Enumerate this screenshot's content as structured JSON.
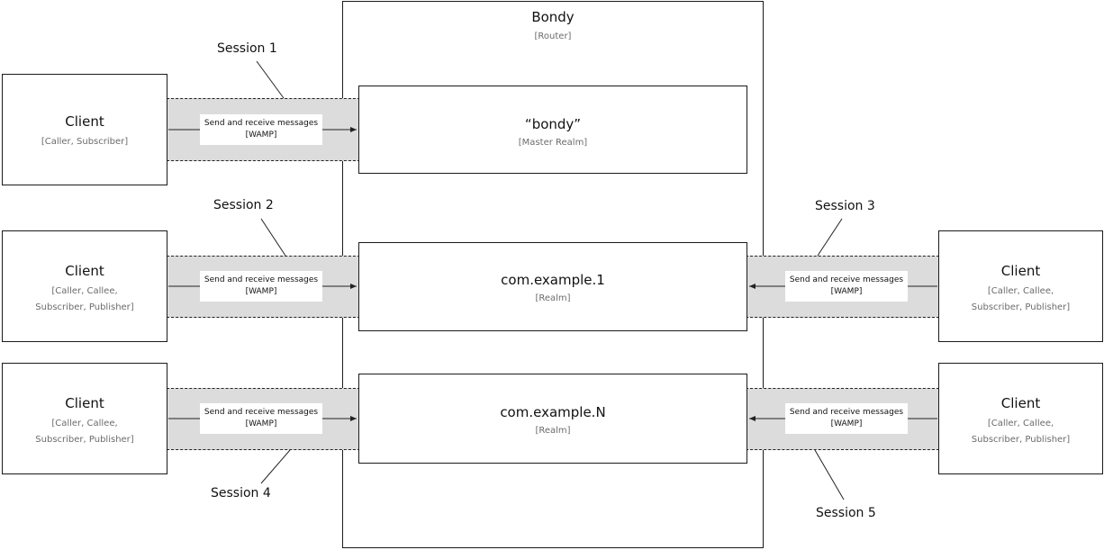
{
  "router": {
    "title": "Bondy",
    "subtitle": "[Router]"
  },
  "realms": [
    {
      "title": "“bondy”",
      "subtitle": "[Master Realm]"
    },
    {
      "title": "com.example.1",
      "subtitle": "[Realm]"
    },
    {
      "title": "com.example.N",
      "subtitle": "[Realm]"
    }
  ],
  "clients": [
    {
      "title": "Client",
      "roles": [
        "[Caller, Subscriber]"
      ]
    },
    {
      "title": "Client",
      "roles": [
        "[Caller, Callee,",
        "Subscriber, Publisher]"
      ]
    },
    {
      "title": "Client",
      "roles": [
        "[Caller, Callee,",
        "Subscriber, Publisher]"
      ]
    },
    {
      "title": "Client",
      "roles": [
        "[Caller, Callee,",
        "Subscriber, Publisher]"
      ]
    },
    {
      "title": "Client",
      "roles": [
        "[Caller, Callee,",
        "Subscriber, Publisher]"
      ]
    }
  ],
  "message": {
    "line1": "Send and receive messages",
    "line2": "[WAMP]"
  },
  "sessions": [
    "Session 1",
    "Session 2",
    "Session 3",
    "Session 4",
    "Session 5"
  ]
}
